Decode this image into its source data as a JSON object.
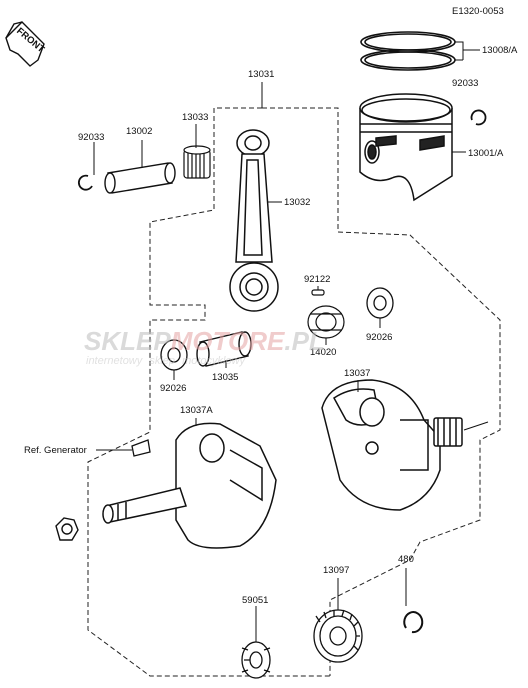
{
  "diagram": {
    "code": "E1320-0053",
    "front_label": "FRONT",
    "ref_generator": "Ref. Generator",
    "parts": {
      "p13008": "13008/A",
      "p92033_right": "92033",
      "p13001": "13001/A",
      "p13031": "13031",
      "p92033_left": "92033",
      "p13002": "13002",
      "p13033": "13033",
      "p13032": "13032",
      "p92122": "92122",
      "p92026_right": "92026",
      "p14020": "14020",
      "p92026_left": "92026",
      "p13035": "13035",
      "p13037": "13037",
      "p13037A": "13037A",
      "p480": "480",
      "p13097": "13097",
      "p59051": "59051"
    }
  },
  "watermark": {
    "brand_a": "SKLEP",
    "brand_b": "MOTO",
    "brand_c": "RE",
    "brand_d": ".PL",
    "tagline_a": "internetowy",
    "tagline_b": "sklep",
    "tagline_c": "motocyklowy"
  }
}
